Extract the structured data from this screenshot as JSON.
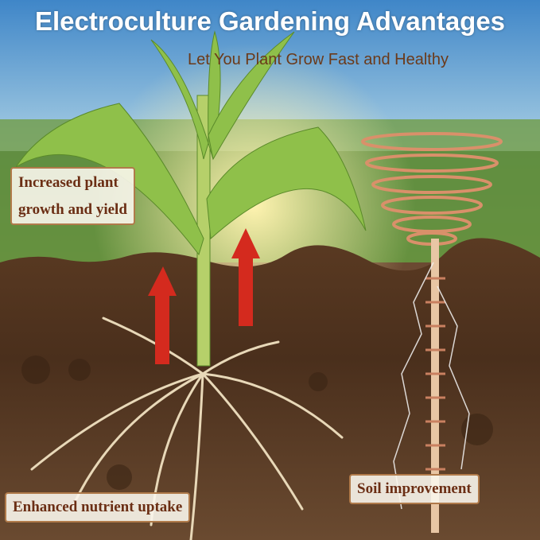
{
  "header": {
    "title": "Electroculture Gardening Advantages",
    "subtitle": "Let You Plant Grow Fast and Healthy"
  },
  "labels": {
    "growth": [
      "Increased plant",
      "growth and yield"
    ],
    "nutrient": "Enhanced nutrient uptake",
    "soil": "Soil improvement"
  },
  "colors": {
    "label_text": "#6b2e14",
    "label_border": "#b07a4a",
    "arrow": "#d42a1e",
    "copper": "#d9906a"
  }
}
